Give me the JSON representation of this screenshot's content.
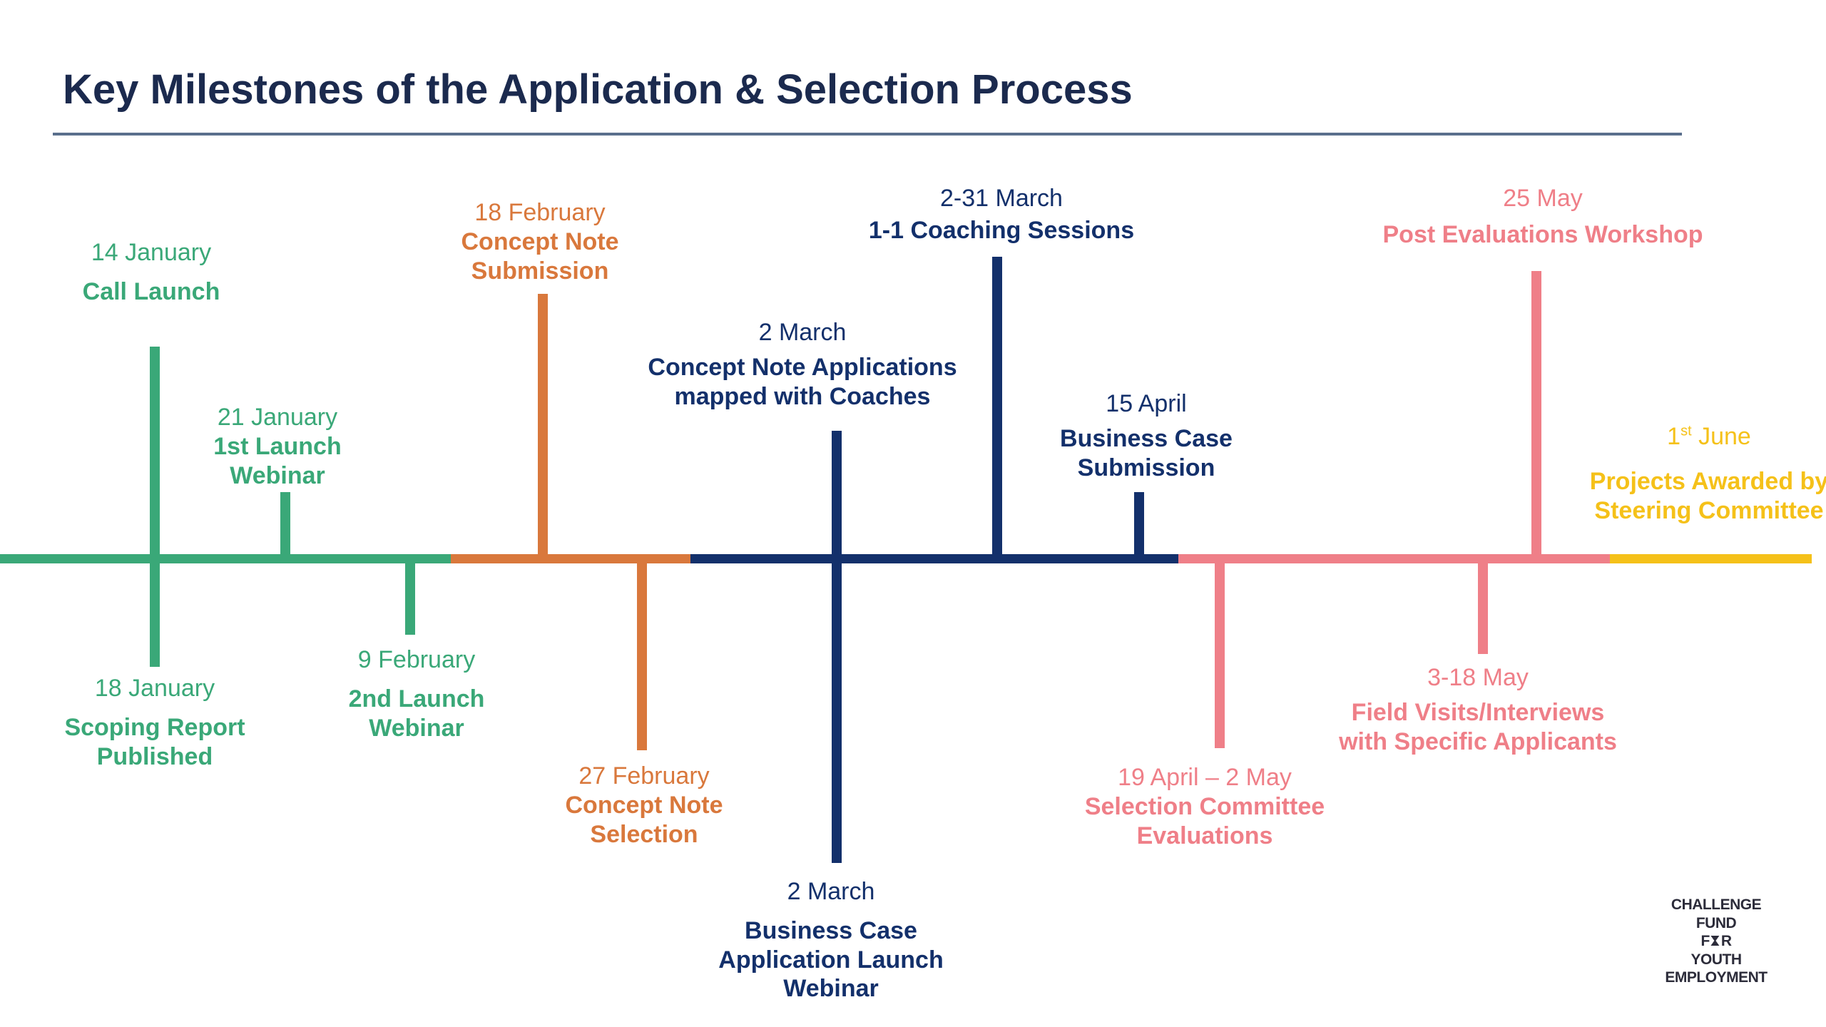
{
  "title": "Key Milestones of the Application & Selection Process",
  "colors": {
    "green": "#3aa878",
    "orange": "#d9783c",
    "navy": "#13306b",
    "pink": "#ef7f88",
    "yellow": "#f5c119",
    "title": "#1b2a4e"
  },
  "milestones": {
    "call_launch": {
      "date": "14 January",
      "name": "Call Launch"
    },
    "scoping_report": {
      "date": "18 January",
      "name_line1": "Scoping Report",
      "name_line2": "Published"
    },
    "first_webinar": {
      "date": "21 January",
      "name_line1": "1st Launch",
      "name_line2": "Webinar"
    },
    "second_webinar": {
      "date": "9 February",
      "name_line1": "2nd Launch",
      "name_line2": "Webinar"
    },
    "concept_submission": {
      "date": "18 February",
      "name_line1": "Concept Note",
      "name_line2": "Submission"
    },
    "concept_selection": {
      "date": "27 February",
      "name_line1": "Concept Note",
      "name_line2": "Selection"
    },
    "mapped_coaches": {
      "date": "2 March",
      "name_line1": "Concept Note Applications",
      "name_line2": "mapped with Coaches"
    },
    "business_case_launch": {
      "date": "2 March",
      "name_line1": "Business Case",
      "name_line2": "Application Launch",
      "name_line3": "Webinar"
    },
    "coaching": {
      "date": "2-31 March",
      "name": "1-1 Coaching Sessions"
    },
    "business_case_submission": {
      "date": "15 April",
      "name_line1": "Business Case",
      "name_line2": "Submission"
    },
    "selection_committee": {
      "date": "19 April – 2 May",
      "name_line1": "Selection Committee",
      "name_line2": "Evaluations"
    },
    "field_visits": {
      "date": "3-18 May",
      "name_line1": "Field Visits/Interviews",
      "name_line2": "with Specific Applicants"
    },
    "post_evaluations": {
      "date": "25 May",
      "name": "Post Evaluations Workshop"
    },
    "awarded": {
      "date_num": "1",
      "date_sup": "st",
      "date_rest": " June",
      "name_line1": "Projects Awarded by",
      "name_line2": "Steering Committee"
    }
  },
  "logo": {
    "line1": "CHALLENGE",
    "line2": "FUND",
    "line3": "FOR",
    "line4": "YOUTH",
    "line5": "EMPLOYMENT"
  }
}
